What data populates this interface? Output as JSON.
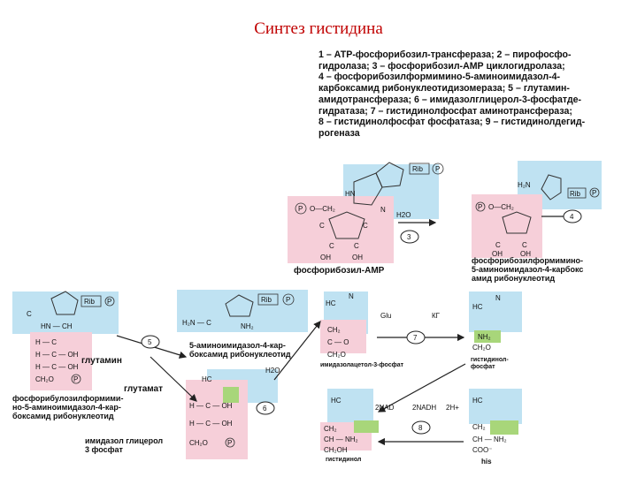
{
  "title": "Синтез гистидина",
  "legend": [
    "1 – АТР-фосфорибозил-трансфераза; 2 – пирофосфо-",
    "гидролаза; 3 – фосфорибозил-АМР циклогидролаза;",
    "4 – фосфорибозилформимино-5-аминоимидазол-4-",
    "карбоксамид рибонуклеотидизомераза; 5 – глутамин-",
    "амидотрансфераза; 6 – имидазолглицерол-3-фосфатде-",
    "гидратаза; 7 – гистидинолфосфат аминотрансфераза;",
    "8 – гистидинолфосфат фосфатаза; 9 – гистидинолдегид-",
    "рогеназа"
  ],
  "compounds": {
    "phosphoribosyl_amp": "фосфорибозил-АМР",
    "pr_formimino_top": [
      "фосфорибозилформимино-",
      "5-аминоимидазол-4-карбокс",
      "амид рибонуклеотид"
    ],
    "pr_formimino_left": [
      "фосфорибулозилформими-",
      "но-5-аминоимидазол-4-кар-",
      "боксамид рибонуклеотид"
    ],
    "aicar": [
      "5-аминоимидазол-4-кар-",
      "боксамид рибонуклеотид"
    ],
    "igp": [
      "имидазол глицерол",
      "3 фосфат"
    ],
    "imidazole_acetol": [
      "имидазолацетол-3-фосфат"
    ],
    "histidinol_phosphate": [
      "гистидинол-",
      "фосфат"
    ],
    "histidinol": "гистидинол",
    "histidine": "his"
  },
  "reagents": {
    "glutamine": "глутамин",
    "glutamate": "глутамат",
    "water": "H2O",
    "glu": "Glu",
    "akg": "КГ",
    "nad": "2NAD",
    "nadh": "2NADH",
    "h_plus": "2H+"
  },
  "enzymes": [
    "3",
    "4",
    "5",
    "6",
    "7",
    "8"
  ],
  "colors": {
    "ribose_box": "#f6cfd9",
    "adenine_box": "#bfe2f2",
    "amino_box": "#a8d67a",
    "title": "#c00000"
  }
}
